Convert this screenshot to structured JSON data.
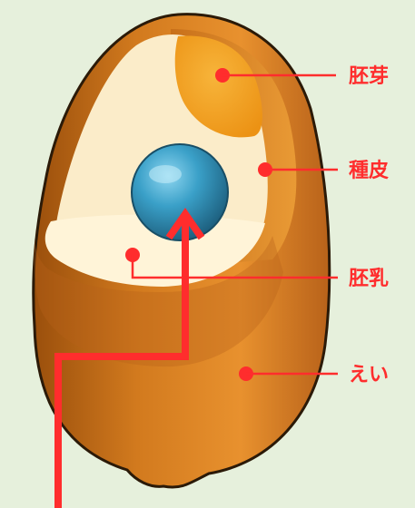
{
  "labels": {
    "germ": "胚芽",
    "seed_coat": "種皮",
    "endosperm": "胚乳",
    "hull": "えい"
  },
  "colors": {
    "background": "#e6f0dc",
    "callout": "#ff2d2d",
    "hull_light": "#e8912e",
    "hull_dark": "#9a4f0c",
    "seed_coat": "#d9821f",
    "endosperm": "#fbecc9",
    "germ": "#f2a11c",
    "ball": "#3aa0c8",
    "outline": "#2b1a08"
  },
  "icons": {
    "ball": "blue-sphere-icon",
    "arrow": "red-arrow-icon"
  }
}
